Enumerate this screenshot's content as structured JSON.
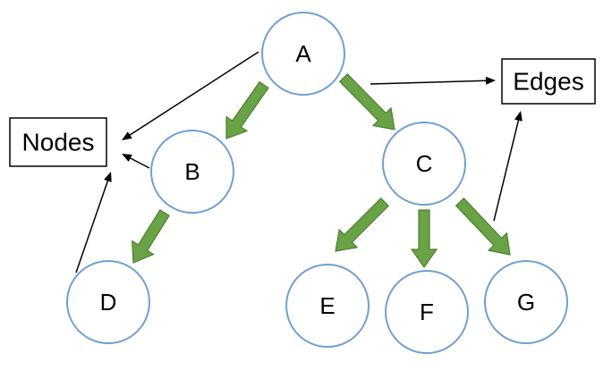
{
  "style": {
    "node_stroke": "#6f9fd1",
    "arrow_fill": "#6aa345",
    "arrow_stroke": "#4d7d31",
    "pointer_color": "#000000"
  },
  "nodes": [
    {
      "id": "A",
      "label": "A"
    },
    {
      "id": "B",
      "label": "B"
    },
    {
      "id": "C",
      "label": "C"
    },
    {
      "id": "D",
      "label": "D"
    },
    {
      "id": "E",
      "label": "E"
    },
    {
      "id": "F",
      "label": "F"
    },
    {
      "id": "G",
      "label": "G"
    }
  ],
  "tree_edges": [
    {
      "from": "A",
      "to": "B"
    },
    {
      "from": "A",
      "to": "C"
    },
    {
      "from": "B",
      "to": "D"
    },
    {
      "from": "C",
      "to": "E"
    },
    {
      "from": "C",
      "to": "F"
    },
    {
      "from": "C",
      "to": "G"
    }
  ],
  "callouts": {
    "nodes": {
      "label": "Nodes",
      "pointers_from": [
        "A",
        "B",
        "D"
      ]
    },
    "edges": {
      "label": "Edges",
      "pointers_from": [
        "A-C edge",
        "C-G edge"
      ]
    }
  }
}
